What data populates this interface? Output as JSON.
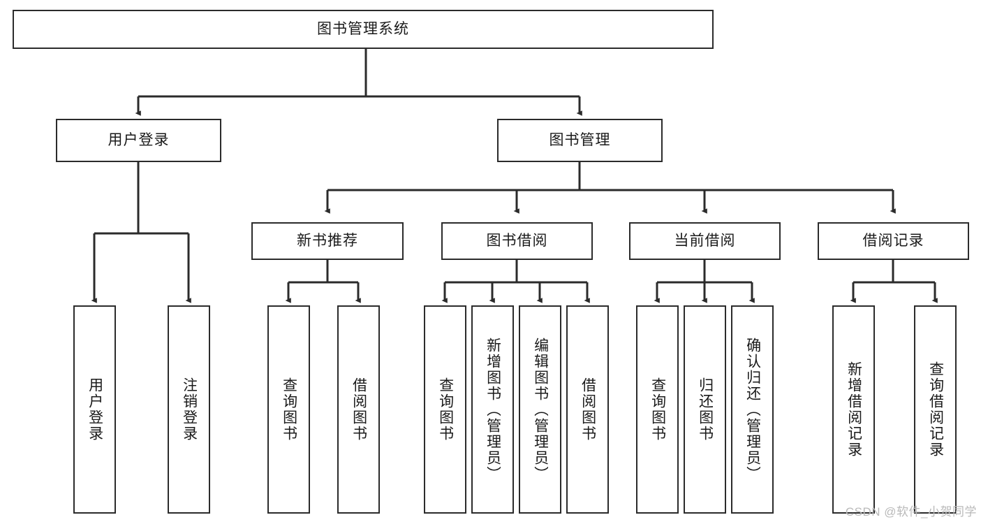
{
  "diagram": {
    "title": "图书管理系统",
    "type": "tree",
    "watermark": "CSDN @软件_小贺同学",
    "colors": {
      "stroke": "#2b2b2b",
      "fill": "#ffffff",
      "text": "#1a1a1a",
      "watermark": "#b9b9b9"
    },
    "root": {
      "label": "图书管理系统"
    },
    "level1": [
      {
        "label": "用户登录"
      },
      {
        "label": "图书管理"
      }
    ],
    "level2": [
      {
        "label": "新书推荐"
      },
      {
        "label": "图书借阅"
      },
      {
        "label": "当前借阅"
      },
      {
        "label": "借阅记录"
      }
    ],
    "leaves": {
      "user_login": [
        {
          "label": "用户登录"
        },
        {
          "label": "注销登录"
        }
      ],
      "new_book_recommend": [
        {
          "label": "查询图书"
        },
        {
          "label": "借阅图书"
        }
      ],
      "book_borrow": [
        {
          "label": "查询图书"
        },
        {
          "label": "新增图书（管理员）"
        },
        {
          "label": "编辑图书（管理员）"
        },
        {
          "label": "借阅图书"
        }
      ],
      "current_borrow": [
        {
          "label": "查询图书"
        },
        {
          "label": "归还图书"
        },
        {
          "label": "确认归还（管理员）"
        }
      ],
      "borrow_records": [
        {
          "label": "新增借阅记录"
        },
        {
          "label": "查询借阅记录"
        }
      ]
    }
  }
}
